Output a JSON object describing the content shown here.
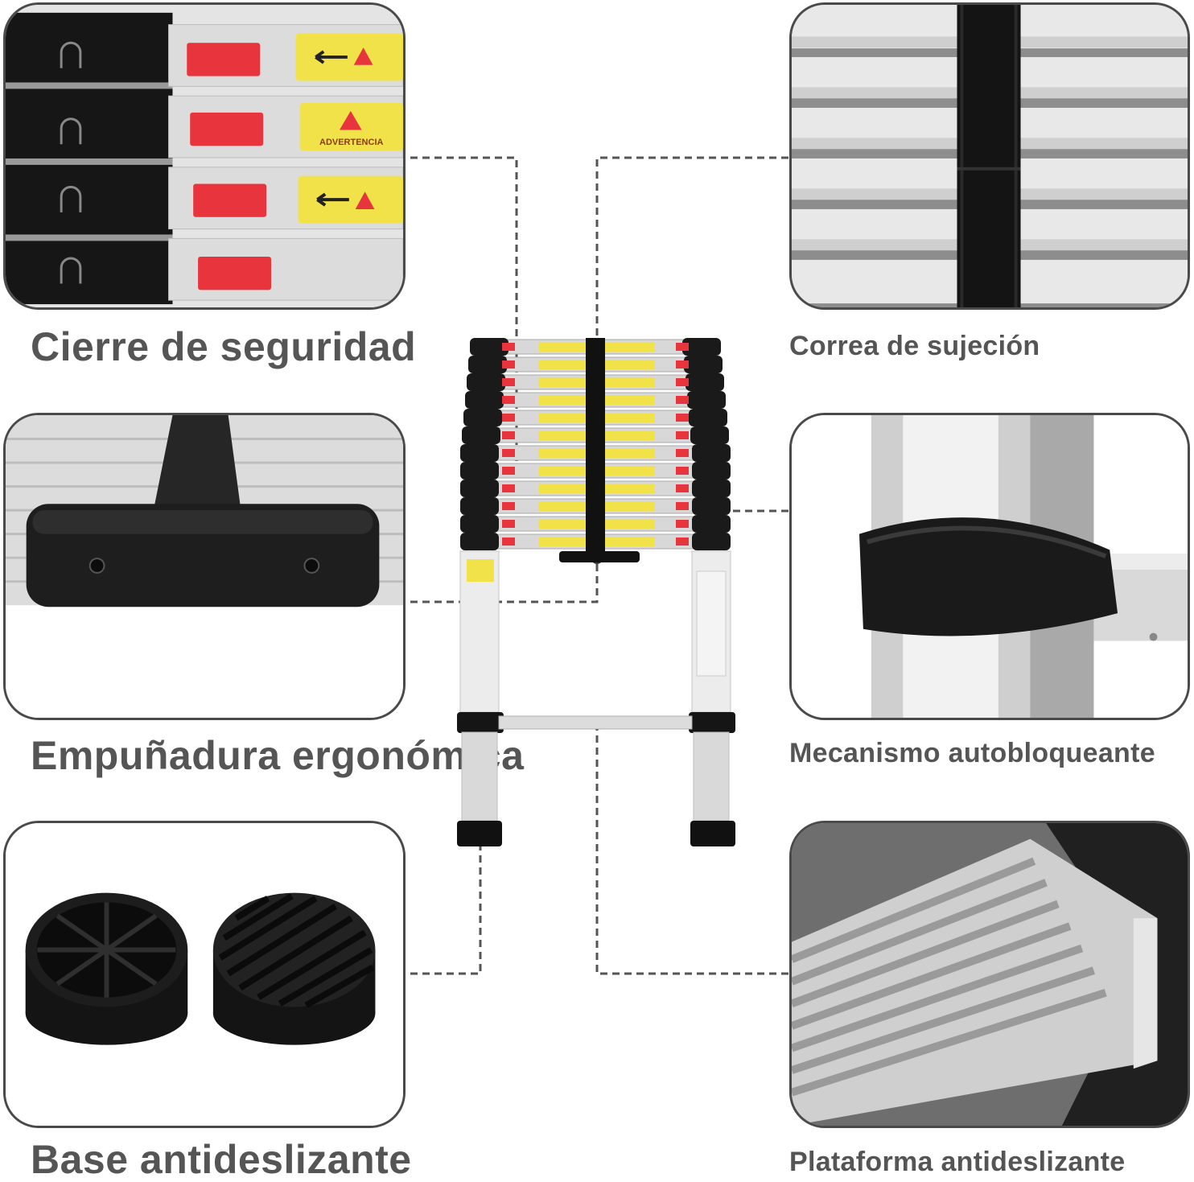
{
  "features": {
    "safety_lock": {
      "label": "Cierre de seguridad",
      "icon": "safety-lock-closeup",
      "warning_text": "ADVERTENCIA"
    },
    "strap": {
      "label": "Correa de sujeción",
      "icon": "strap-closeup"
    },
    "handle": {
      "label": "Empuñadura ergonómica",
      "icon": "handle-closeup"
    },
    "self_lock": {
      "label": "Mecanismo autobloqueante",
      "icon": "self-locking-closeup"
    },
    "base": {
      "label": "Base antideslizante",
      "icon": "rubber-feet-closeup"
    },
    "platform": {
      "label": "Plataforma antideslizante",
      "icon": "tread-closeup"
    }
  },
  "colors": {
    "frame": "#4a4a4a",
    "text": "#555555",
    "warning_yellow": "#f2e24a",
    "lock_red": "#e8343c",
    "black": "#1a1a1a",
    "aluminium": "#d8d8d8"
  }
}
